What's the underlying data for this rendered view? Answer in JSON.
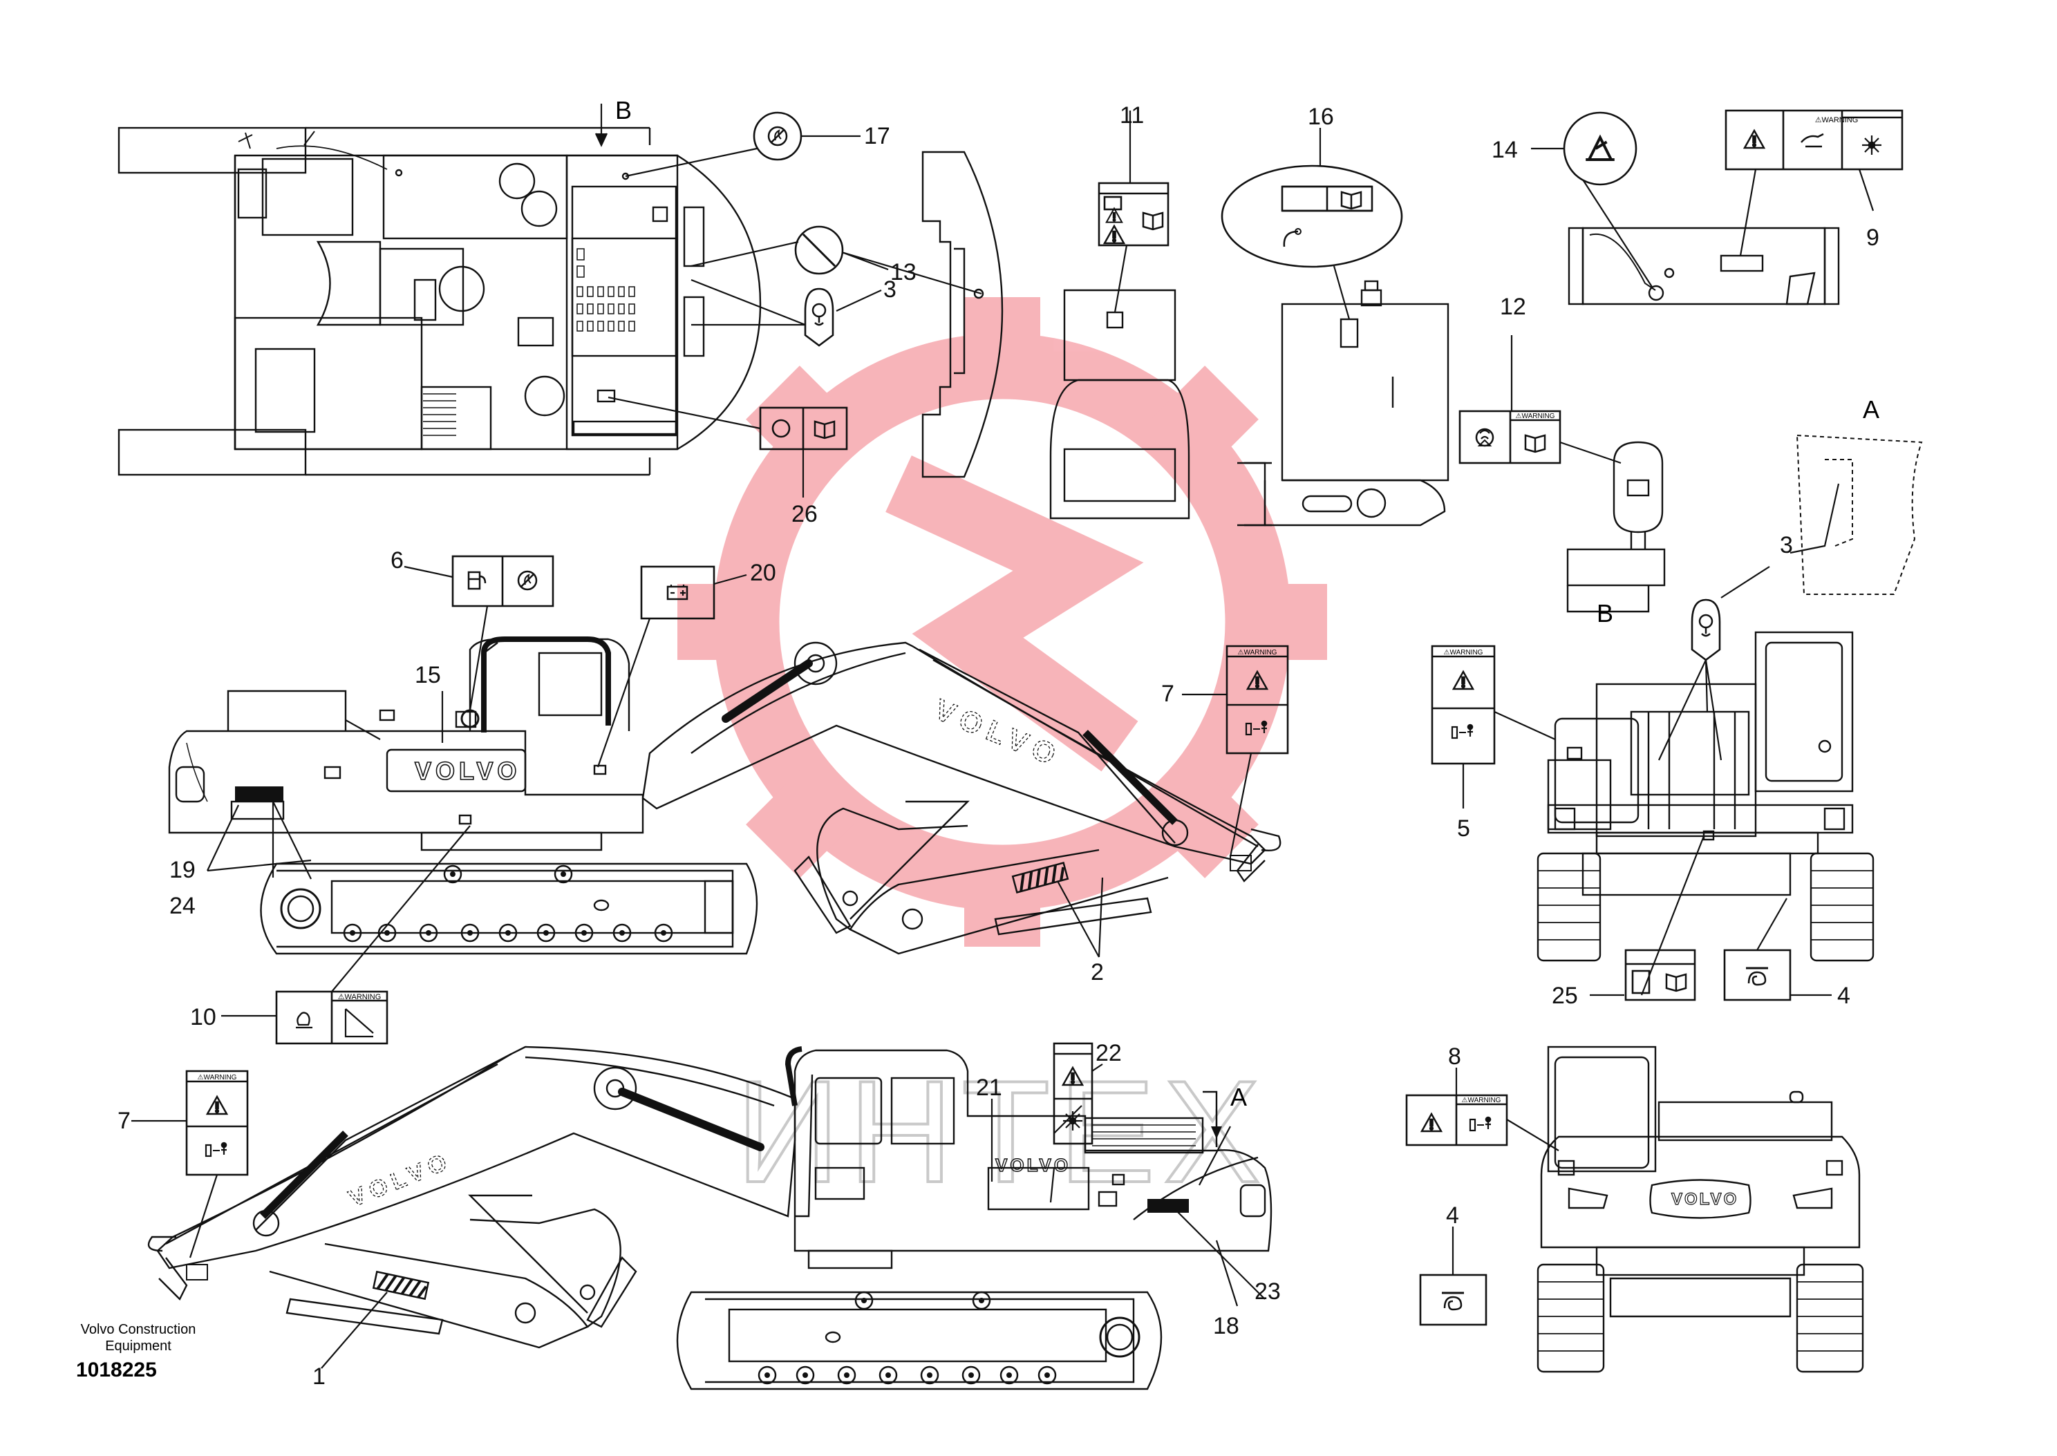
{
  "callouts": [
    "1",
    "2",
    "3",
    "4",
    "5",
    "6",
    "7",
    "8",
    "9",
    "10",
    "11",
    "12",
    "13",
    "14",
    "15",
    "16",
    "17",
    "18",
    "19",
    "20",
    "21",
    "22",
    "23",
    "24",
    "25",
    "26"
  ],
  "view_labels": {
    "a": "A",
    "b": "B"
  },
  "decal_texts": {
    "volvo": "VOLVO",
    "warning": "⚠WARNING"
  },
  "footer": {
    "company": "Volvo Construction Equipment",
    "doc_number": "1018225"
  },
  "watermark": {
    "text": "ИНТЕХ",
    "color": "#e8182a"
  },
  "colors": {
    "line": "#111111",
    "watermark": "#f7b9bd"
  }
}
